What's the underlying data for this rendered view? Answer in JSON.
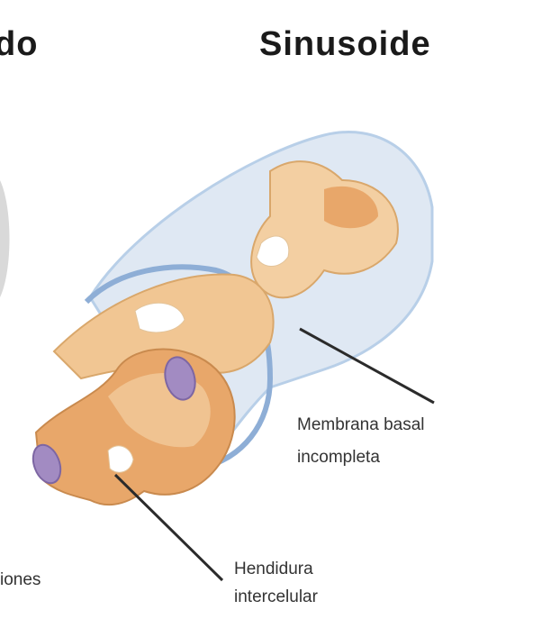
{
  "titles": {
    "left_fragment": "do",
    "main": "Sinusoide"
  },
  "labels": {
    "membrana_line1": "Membrana basal",
    "membrana_line2": "incompleta",
    "hendidura_line1": "Hendidura",
    "hendidura_line2": "intercelular",
    "left_fragment": "iones"
  },
  "colors": {
    "cell_orange": "#e8a76a",
    "cell_light": "#f3cfa2",
    "membrane_blue": "#b8cfe8",
    "nucleus_purple": "#a28bc2"
  }
}
